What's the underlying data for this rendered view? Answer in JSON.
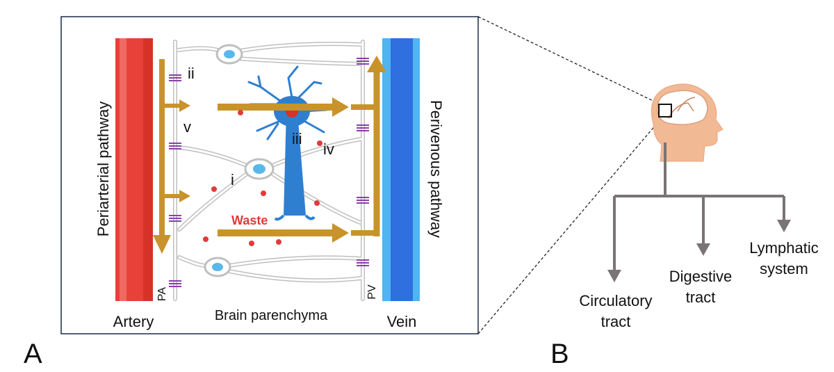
{
  "panel_a": {
    "letter": "A",
    "artery_label": "Artery",
    "vein_label": "Vein",
    "parenchyma_label": "Brain parenchyma",
    "periarterial_label": "Periarterial pathway",
    "perivenous_label": "Perivenous pathway",
    "pa_label": "PA",
    "pv_label": "PV",
    "waste_label": "Waste",
    "roman": {
      "i": "i",
      "ii": "ii",
      "iii": "iii",
      "iv": "iv",
      "v": "v"
    }
  },
  "panel_b": {
    "letter": "B",
    "targets": {
      "circulatory_line1": "Circulatory",
      "circulatory_line2": "tract",
      "digestive_line1": "Digestive",
      "digestive_line2": "tract",
      "lymphatic_line1": "Lymphatic",
      "lymphatic_line2": "system"
    }
  },
  "colors": {
    "artery": "#e8413a",
    "vein": "#2f6fe0",
    "flow_arrow": "#c8932a",
    "waste": "#e03a3a",
    "junction": "#8a3fa8",
    "neuron": "#2f7fd0",
    "tree": "#7a7474",
    "head": "#f2b995"
  }
}
